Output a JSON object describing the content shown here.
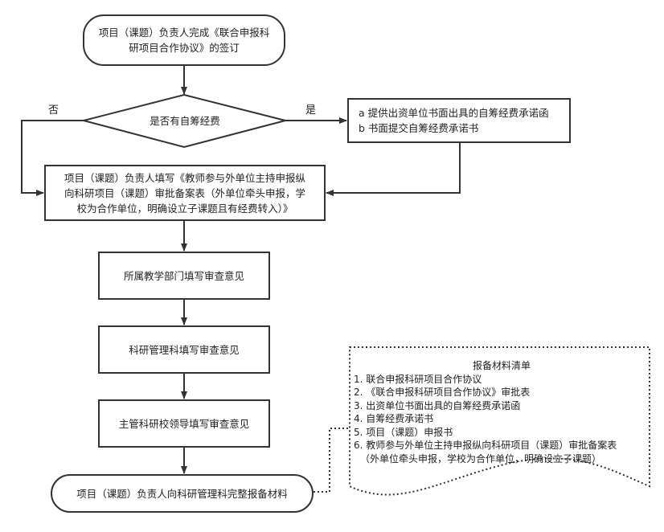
{
  "start": {
    "lines": [
      "项目（课题）负责人完成《联合申报科",
      "研项目合作协议》的签订"
    ]
  },
  "decision": {
    "text": "是否有自筹经费",
    "no_label": "否",
    "yes_label": "是"
  },
  "self_funding_box": {
    "lines": [
      "a 提供出资单位书面出具的自筹经费承诺函",
      "b 书面提交自筹经费承诺书"
    ]
  },
  "fill_form": {
    "lines": [
      "项目（课题）负责人填写《教师参与外单位主持申报纵",
      "向科研项目（课题）审批备案表（外单位牵头申报，学",
      "校为合作单位，明确设立子课题且有经费转入）》"
    ]
  },
  "steps": [
    "所属教学部门填写审查意见",
    "科研管理科填写审查意见",
    "主管科研校领导填写审查意见"
  ],
  "end": {
    "text": "项目（课题）负责人向科研管理科完整报备材料"
  },
  "materials": {
    "title": "报备材料清单",
    "items": [
      "1. 联合申报科研项目合作协议",
      "2. 《联合申报科研项目合作协议》审批表",
      "3. 出资单位书面出具的自筹经费承诺函",
      "4. 自筹经费承诺书",
      "5. 项目（课题）申报书",
      "6. 教师参与外单位主持申报纵向科研项目（课题）审批备案表",
      "（外单位牵头申报，学校为合作单位，明确设立子课题）"
    ]
  }
}
